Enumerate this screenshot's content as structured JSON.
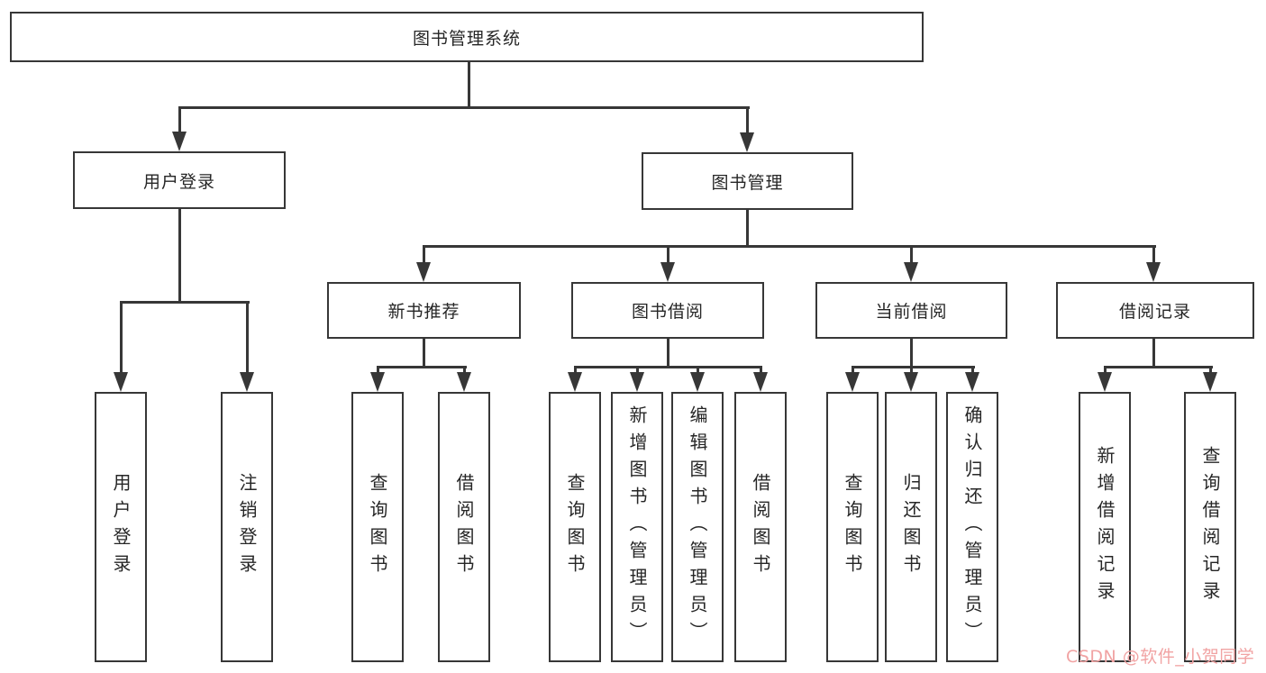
{
  "diagram": {
    "type": "hierarchy-tree",
    "line_color": "#373737",
    "box_background": "#ffffff",
    "root": {
      "label": "图书管理系统"
    },
    "level2": [
      {
        "label": "用户登录"
      },
      {
        "label": "图书管理"
      }
    ],
    "level3": [
      {
        "label": "新书推荐",
        "parent": "图书管理"
      },
      {
        "label": "图书借阅",
        "parent": "图书管理"
      },
      {
        "label": "当前借阅",
        "parent": "图书管理"
      },
      {
        "label": "借阅记录",
        "parent": "图书管理"
      }
    ],
    "leaves": [
      {
        "label": "用户登录",
        "parent": "用户登录"
      },
      {
        "label": "注销登录",
        "parent": "用户登录"
      },
      {
        "label": "查询图书",
        "parent": "新书推荐"
      },
      {
        "label": "借阅图书",
        "parent": "新书推荐"
      },
      {
        "label": "查询图书",
        "parent": "图书借阅"
      },
      {
        "label": "新增图书（管理员）",
        "parent": "图书借阅"
      },
      {
        "label": "编辑图书（管理员）",
        "parent": "图书借阅"
      },
      {
        "label": "借阅图书",
        "parent": "图书借阅"
      },
      {
        "label": "查询图书",
        "parent": "当前借阅"
      },
      {
        "label": "归还图书",
        "parent": "当前借阅"
      },
      {
        "label": "确认归还（管理员）",
        "parent": "当前借阅"
      },
      {
        "label": "新增借阅记录",
        "parent": "借阅记录"
      },
      {
        "label": "查询借阅记录",
        "parent": "借阅记录"
      }
    ]
  },
  "watermark": {
    "text": "CSDN @软件_小贺同学",
    "color": "#f1a3a3"
  }
}
